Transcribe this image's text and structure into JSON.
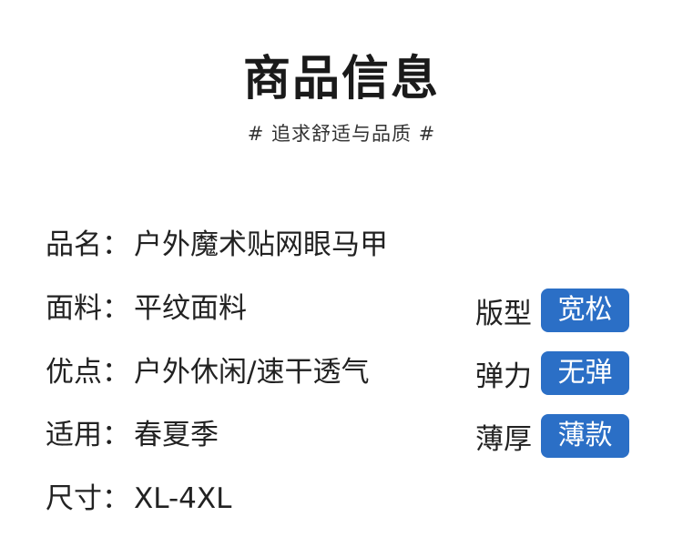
{
  "header": {
    "title": "商品信息",
    "subtitle": "#  追求舒适与品质  #"
  },
  "specs": [
    {
      "label": "品名：",
      "value": "户外魔术贴网眼马甲"
    },
    {
      "label": "面料：",
      "value": "平纹面料"
    },
    {
      "label": "优点：",
      "value": "户外休闲/速干透气"
    },
    {
      "label": "适用：",
      "value": "春夏季"
    },
    {
      "label": "尺寸：",
      "value": "XL-4XL"
    }
  ],
  "attributes": [
    {
      "label": "版型",
      "value": "宽松"
    },
    {
      "label": "弹力",
      "value": "无弹"
    },
    {
      "label": "薄厚",
      "value": "薄款"
    }
  ],
  "colors": {
    "badge_bg": "#2b6fc6",
    "text": "#222222"
  }
}
